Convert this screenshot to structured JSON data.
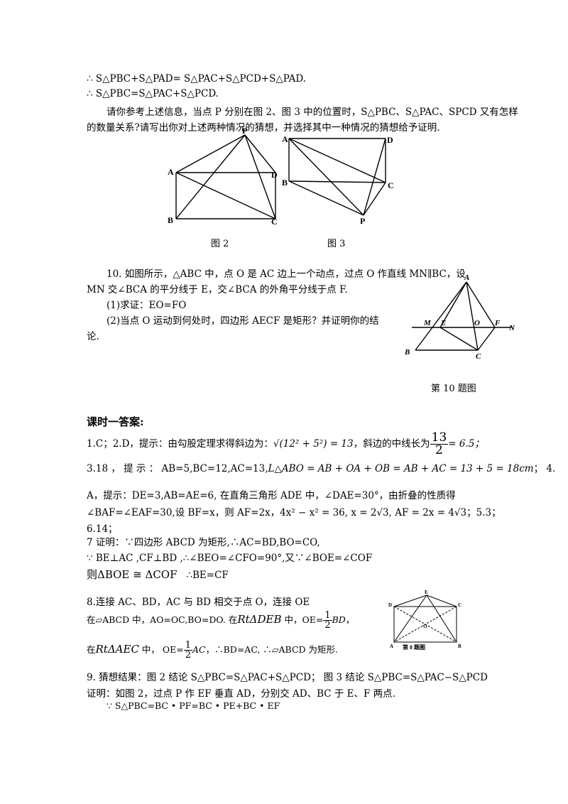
{
  "top": {
    "line1": "∴ S△PBC+S△PAD= S△PAC+S△PCD+S△PAD.",
    "line2": "∴ S△PBC=S△PAC+S△PCD.",
    "line3": "请你参考上述信息，当点 P 分别在图 2、图 3 中的位置时，S△PBC、S△PAC、SPCD 又有怎样",
    "line4": "的数量关系?请写出你对上述两种情况的猜想，并选择其中一种情况的猜想给予证明."
  },
  "figure2": {
    "caption": "图 2",
    "labels": {
      "P": "P",
      "A": "A",
      "D": "D",
      "B": "B",
      "C": "C"
    }
  },
  "figure3": {
    "caption": "图 3",
    "labels": {
      "A": "A",
      "D": "D",
      "B": "B",
      "C": "C",
      "P": "P"
    }
  },
  "problem10": {
    "line1": "10.  如图所示，△ABC 中，点 O 是 AC 边上一个动点，过点 O 作直线 MN∥BC，设",
    "line2": "MN 交∠BCA 的平分线于 E，交∠BCA 的外角平分线于点 F.",
    "line3": "(1)求证：EO=FO",
    "line4": "(2)当点 O 运动到何处时，四边形 AECF 是矩形？并证明你的结",
    "line5": "论.",
    "caption": "第 10 题图",
    "labels": {
      "A": "A",
      "M": "M",
      "E": "E",
      "O": "O",
      "F": "F",
      "N": "N",
      "B": "B",
      "C": "C"
    }
  },
  "answers": {
    "heading": "课时一答案:",
    "a1_text": "1.C；2.D，提示：由勾股定理求得斜边为：",
    "a1_sqrt": "√(12² + 5²) = 13",
    "a1_mid": "，斜边的中线长为",
    "a1_num": "13",
    "a1_den": "2",
    "a1_end": "= 6.5；",
    "a3_text": "3.18 ， 提 示 ： AB=5,BC=12,AC=13,",
    "a3_formula": "L△ABO = AB + OA + OB = AB + AC = 13 + 5 = 18cm",
    "a3_end": "；  4.",
    "a4_line1": "A，提示：DE=3,AB=AE=6, 在直角三角形 ADE 中，∠DAE=30°，由折叠的性质得",
    "a4_line2": "∠BAF=∠EAF=30,设 BF=x，则 AF=2x，4x² − x² = 36, x = 2√3, AF = 2x = 4√3；5.3；",
    "a6": "6.14；",
    "a7_line1": "7 证明：∵四边形 ABCD 为矩形,∴AC=BD,BO=CO,",
    "a7_line2": "∵ BE⊥AC ,CF⊥BD ,∴∠BEO=∠CFO=90°,又∵∠BOE=∠COF",
    "a7_line3a": "则ΔBOE ≅ ΔCOF",
    "a7_line3b": "∴BE=CF",
    "a8_line1": "8.连接 AC、BD，AC 与 BD 相交于点 O，连接 OE",
    "a8_line2a": "在▱ABCD 中，AO=OC,BO=DO.  在",
    "a8_line2b": "RtΔDEB",
    "a8_line2c": " 中，OE=",
    "a8_line2d": "BD",
    "a8_line2e": "，",
    "a8_line3a": "在",
    "a8_line3b": "RtΔAEC",
    "a8_line3c": " 中， OE=",
    "a8_line3d": "AC",
    "a8_line3e": "，∴BD=AC, ∴▱ABCD 为矩形.",
    "half_num": "1",
    "half_den": "2",
    "fig8_caption": "第 8 题图",
    "fig8_labels": {
      "E": "E",
      "D": "D",
      "A": "A",
      "B": "B",
      "C": "C",
      "O": "O"
    },
    "a9_line1": "9. 猜想结果：图 2 结论 S△PBC=S△PAC+S△PCD；    图 3 结论 S△PBC=S△PAC−S△PCD",
    "a9_line2": "证明：如图 2，过点 P 作 EF 垂直 AD，分别交 AD、BC 于 E、F 两点.",
    "a9_line3": "∵ S△PBC=BC • PF=BC • PE+BC • EF"
  }
}
